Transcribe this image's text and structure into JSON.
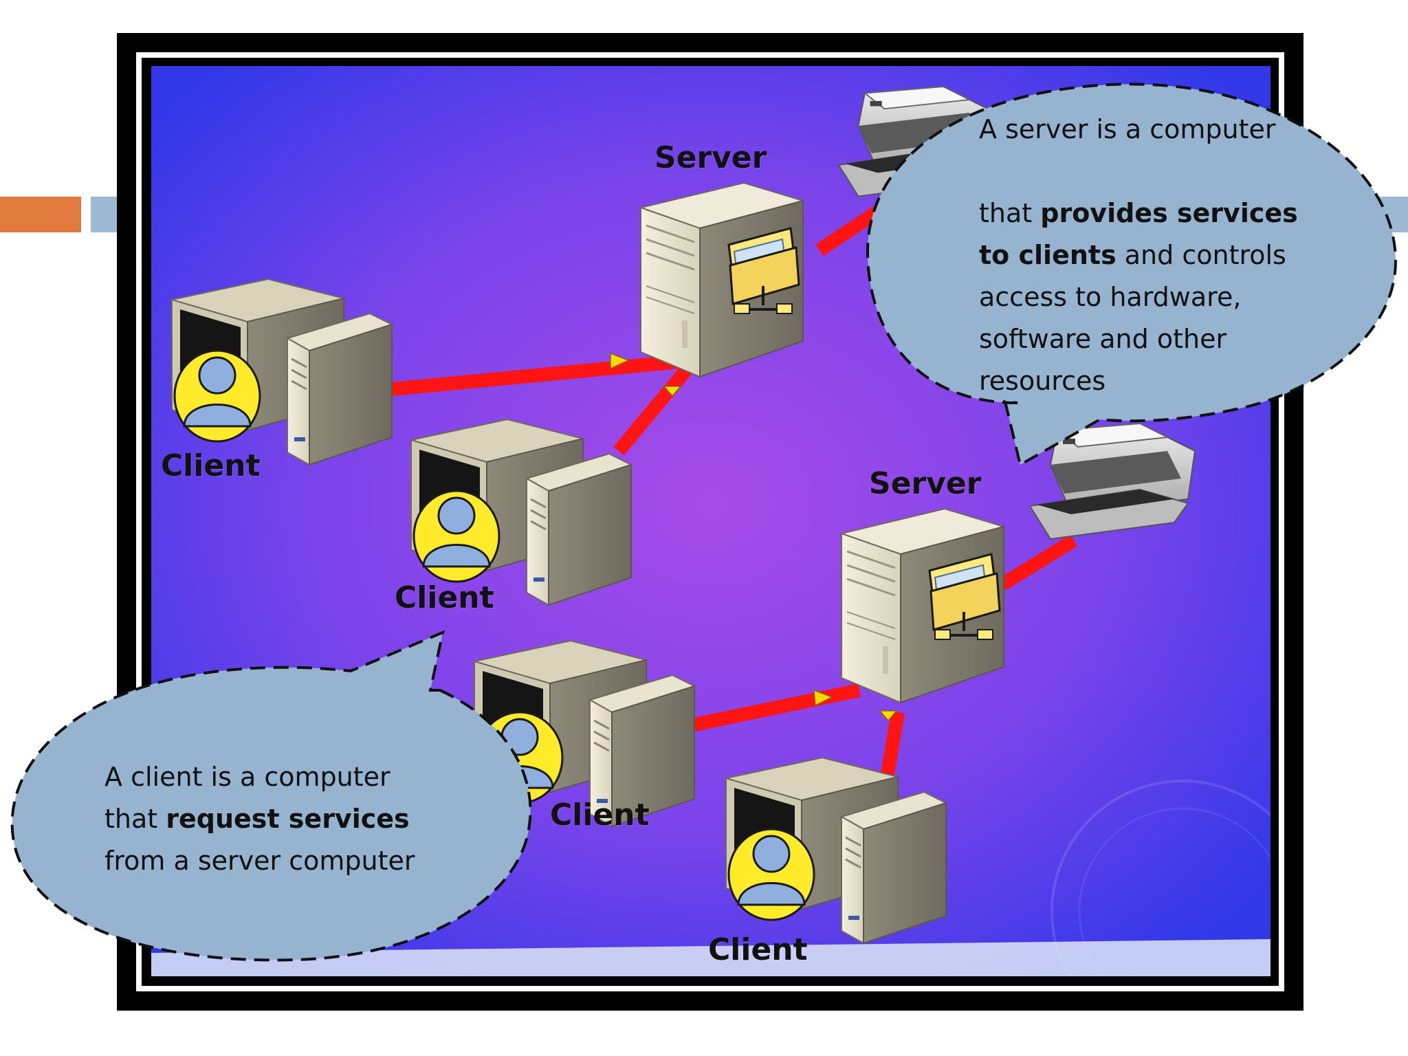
{
  "colors": {
    "accent_orange": "#E07A3E",
    "accent_blue": "#9DB8D3",
    "canvas_blue": "#3B3FE6",
    "canvas_purple": "#A24AE8",
    "link_red": "#FF1A1A",
    "bubble_fill": "#96B3D0",
    "arrow_yellow": "#FFD800"
  },
  "diagram": {
    "servers": [
      {
        "id": "server-top",
        "label": "Server",
        "icon": "server-tower-icon"
      },
      {
        "id": "server-bottom",
        "label": "Server",
        "icon": "server-tower-icon"
      }
    ],
    "clients": [
      {
        "id": "client-1",
        "label": "Client",
        "icon": "client-computer-icon"
      },
      {
        "id": "client-2",
        "label": "Client",
        "icon": "client-computer-icon"
      },
      {
        "id": "client-3",
        "label": "Client",
        "icon": "client-computer-icon"
      },
      {
        "id": "client-4",
        "label": "Client",
        "icon": "client-computer-icon"
      }
    ],
    "printers": [
      {
        "id": "printer-top",
        "icon": "printer-icon"
      },
      {
        "id": "printer-bottom",
        "icon": "printer-icon"
      }
    ],
    "links": [
      [
        "client-1",
        "server-top"
      ],
      [
        "client-2",
        "server-top"
      ],
      [
        "server-top",
        "printer-top"
      ],
      [
        "client-3",
        "server-bottom"
      ],
      [
        "client-4",
        "server-bottom"
      ],
      [
        "server-bottom",
        "printer-bottom"
      ]
    ]
  },
  "callouts": {
    "server": {
      "line1": "A server is a computer",
      "line2_bold": "provides services",
      "line2_pre": "that ",
      "line3_bold": "to clients",
      "line3_post": " and controls",
      "line4": "access to hardware,",
      "line5": "software and other",
      "line6": "resources"
    },
    "client": {
      "line1": "A client is a computer",
      "line2_pre": "that ",
      "line2_bold": "request services",
      "line3": "from a server computer"
    }
  }
}
